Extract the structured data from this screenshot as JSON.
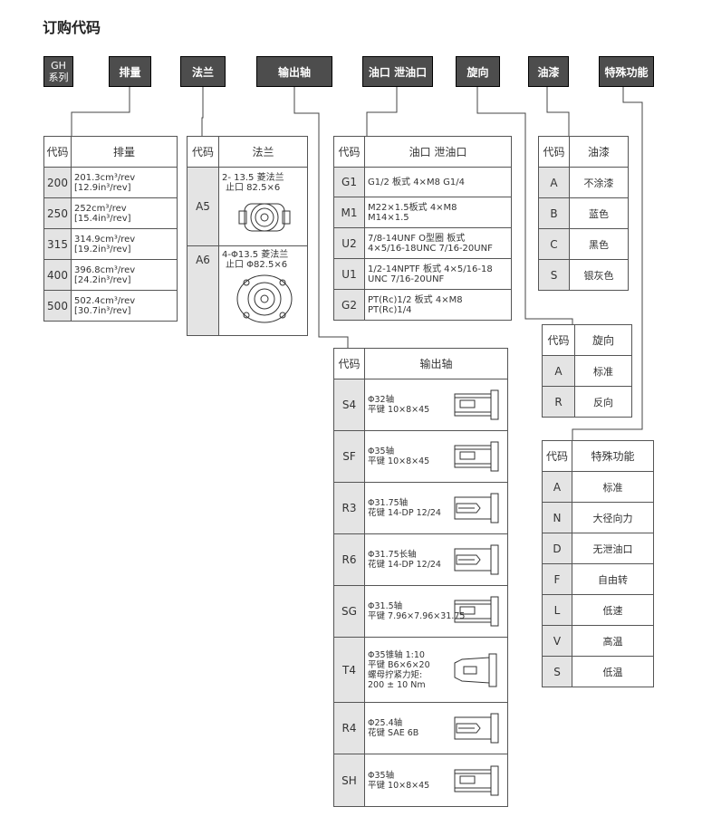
{
  "title": "订购代码",
  "headers": {
    "gh": [
      "GH",
      "系列"
    ],
    "displacement": "排量",
    "flange": "法兰",
    "shaft": "输出轴",
    "ports": "油口 泄油口",
    "rotation": "旋向",
    "paint": "油漆",
    "special": "特殊功能"
  },
  "col_code": "代码",
  "displacement_table": {
    "header": "排量",
    "rows": [
      {
        "code": "200",
        "desc": "201.3cm³/rev [12.9in³/rev]"
      },
      {
        "code": "250",
        "desc": "252cm³/rev [15.4in³/rev]"
      },
      {
        "code": "315",
        "desc": "314.9cm³/rev [19.2in³/rev]"
      },
      {
        "code": "400",
        "desc": "396.8cm³/rev [24.2in³/rev]"
      },
      {
        "code": "500",
        "desc": "502.4cm³/rev [30.7in³/rev]"
      }
    ]
  },
  "flange_table": {
    "header": "法兰",
    "rows": [
      {
        "code": "A5",
        "line1": "2-  13.5 菱法兰",
        "line2": "止口   82.5×6"
      },
      {
        "code": "A6",
        "line1": "4-Φ13.5 菱法兰",
        "line2": "止口 Φ82.5×6"
      }
    ]
  },
  "ports_table": {
    "header": "油口 泄油口",
    "rows": [
      {
        "code": "G1",
        "line1": "G1/2 板式 4×M8  G1/4",
        "line2": ""
      },
      {
        "code": "M1",
        "line1": "M22×1.5板式 4×M8",
        "line2": "M14×1.5"
      },
      {
        "code": "U2",
        "line1": "7/8-14UNF O型圈 板式",
        "line2": "4×5/16-18UNC  7/16-20UNF"
      },
      {
        "code": "U1",
        "line1": "1/2-14NPTF 板式 4×5/16-18",
        "line2": " UNC 7/16-20UNF"
      },
      {
        "code": "G2",
        "line1": "PT(Rc)1/2 板式 4×M8",
        "line2": "PT(Rc)1/4"
      }
    ]
  },
  "paint_table": {
    "header": "油漆",
    "rows": [
      {
        "code": "A",
        "desc": "不涂漆"
      },
      {
        "code": "B",
        "desc": "蓝色"
      },
      {
        "code": "C",
        "desc": "黑色"
      },
      {
        "code": "S",
        "desc": "银灰色"
      }
    ]
  },
  "rotation_table": {
    "header": "旋向",
    "rows": [
      {
        "code": "A",
        "desc": "标准"
      },
      {
        "code": "R",
        "desc": "反向"
      }
    ]
  },
  "special_table": {
    "header": "特殊功能",
    "rows": [
      {
        "code": "A",
        "desc": "标准"
      },
      {
        "code": "N",
        "desc": "大径向力"
      },
      {
        "code": "D",
        "desc": "无泄油口"
      },
      {
        "code": "F",
        "desc": "自由转"
      },
      {
        "code": "L",
        "desc": "低速"
      },
      {
        "code": "V",
        "desc": "高温"
      },
      {
        "code": "S",
        "desc": "低温"
      }
    ]
  },
  "shaft_table": {
    "header": "输出轴",
    "rows": [
      {
        "code": "S4",
        "desc": "Φ32轴\n平键 10×8×45"
      },
      {
        "code": "SF",
        "desc": "Φ35轴\n平键 10×8×45"
      },
      {
        "code": "R3",
        "desc": "Φ31.75轴\n花键 14-DP 12/24"
      },
      {
        "code": "R6",
        "desc": "Φ31.75长轴\n花键 14-DP 12/24"
      },
      {
        "code": "SG",
        "desc": "Φ31.5轴\n平键 7.96×7.96×31.75"
      },
      {
        "code": "T4",
        "desc": "Φ35锥轴 1:10\n平键 B6×6×20\n螺母拧紧力矩:\n200 ± 10 Nm"
      },
      {
        "code": "R4",
        "desc": "Φ25.4轴\n花键 SAE 6B"
      },
      {
        "code": "SH",
        "desc": "Φ35轴\n平键 10×8×45"
      }
    ]
  }
}
